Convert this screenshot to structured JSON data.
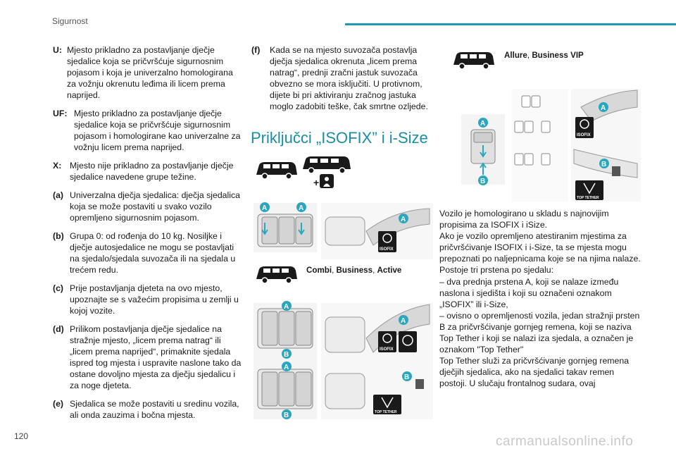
{
  "header": {
    "title": "Sigurnost",
    "page_number": "120"
  },
  "watermark": "carmanualsonline.info",
  "legend": [
    {
      "label": "U:",
      "text": "Mjesto prikladno za postavljanje dječje sjedalice koja se pričvršćuje sigurnosnim pojasom i koja je univerzalno homologirana za vožnju okrenutu leđima ili licem prema naprijed."
    },
    {
      "label": "UF:",
      "text": "Mjesto prikladno za postavljanje dječje sjedalice koja se pričvršćuje sigurnosnim pojasom i homologirane kao univerzalne za vožnju licem prema naprijed."
    },
    {
      "label": "X:",
      "text": "Mjesto nije prikladno za postavljanje dječje sjedalice navedene grupe težine."
    },
    {
      "label": "(a)",
      "text": "Univerzalna dječja sjedalica: dječja sjedalica koja se može postaviti u svako vozilo opremljeno sigurnosnim pojasom."
    },
    {
      "label": "(b)",
      "text": "Grupa 0: od rođenja do 10 kg. Nosiljke i dječje autosjedalice ne mogu se postavljati na sjedalo/sjedala suvozača ili na sjedala u trećem redu."
    },
    {
      "label": "(c)",
      "text": "Prije postavljanja djeteta na ovo mjesto, upoznajte se s važećim propisima u zemlji u kojoj vozite."
    },
    {
      "label": "(d)",
      "text": "Prilikom postavljanja dječje sjedalice na stražnje mjesto, „licem prema natrag“ ili „licem prema naprijed“, primaknite sjedala ispred tog mjesta i uspravite naslone tako da ostane dovoljno mjesta za dječju sjedalicu i za noge djeteta."
    },
    {
      "label": "(e)",
      "text": "Sjedalica se može postaviti u sredinu vozila, ali onda zauzima i bočna mjesta."
    },
    {
      "label": "(f)",
      "text": "Kada se na mjesto suvozača postavlja dječja sjedalica okrenuta „licem prema natrag“, prednji zračni jastuk suvozača obvezno se mora isključiti. U protivnom, dijete bi pri aktiviranju zračnog jastuka moglo zadobiti teške, čak smrtne ozljede."
    }
  ],
  "section": {
    "title": "Priključci „ISOFIX” i i-Size"
  },
  "figures": {
    "badge_plus": "+",
    "anchor_a": "A",
    "anchor_b": "B",
    "isofix_label": "ISOFIX",
    "top_tether_label": "TOP TETHER",
    "combi": {
      "v1": "Combi",
      "sep1": ", ",
      "v2": "Business",
      "sep2": ", ",
      "v3": "Active"
    },
    "allure": {
      "v1": "Allure",
      "sep1": ", ",
      "v2": "Business VIP"
    }
  },
  "body_text": [
    "Vozilo je homologirano u skladu s najnovijim propisima za ISOFIX i iSize.",
    "Ako je vozilo opremljeno atestiranim mjestima za pričvršćivanje ISOFIX i i-Size, ta se mjesta mogu prepoznati po naljepnicama koje se na njima nalaze.",
    "Postoje tri prstena po sjedalu:",
    "– dva prednja prstena A, koji se nalaze između naslona i sjedišta i koji su označeni oznakom „ISOFIX” ili i-Size,",
    "– ovisno o opremljenosti vozila, jedan stražnji prsten B za pričvršćivanje gornjeg remena, koji se naziva Top Tether i koji se nalazi iza sjedala, a označen je oznakom \"Top Tether\"",
    "Top Tether služi za pričvršćivanje gornjeg remena dječjih sjedalica, ako na sjedalici takav remen postoji. U slučaju frontalnog sudara, ovaj"
  ],
  "colors": {
    "accent": "#1a9bb0",
    "anchor_badge": "#2aa6bf",
    "title": "#1a8ea5"
  }
}
